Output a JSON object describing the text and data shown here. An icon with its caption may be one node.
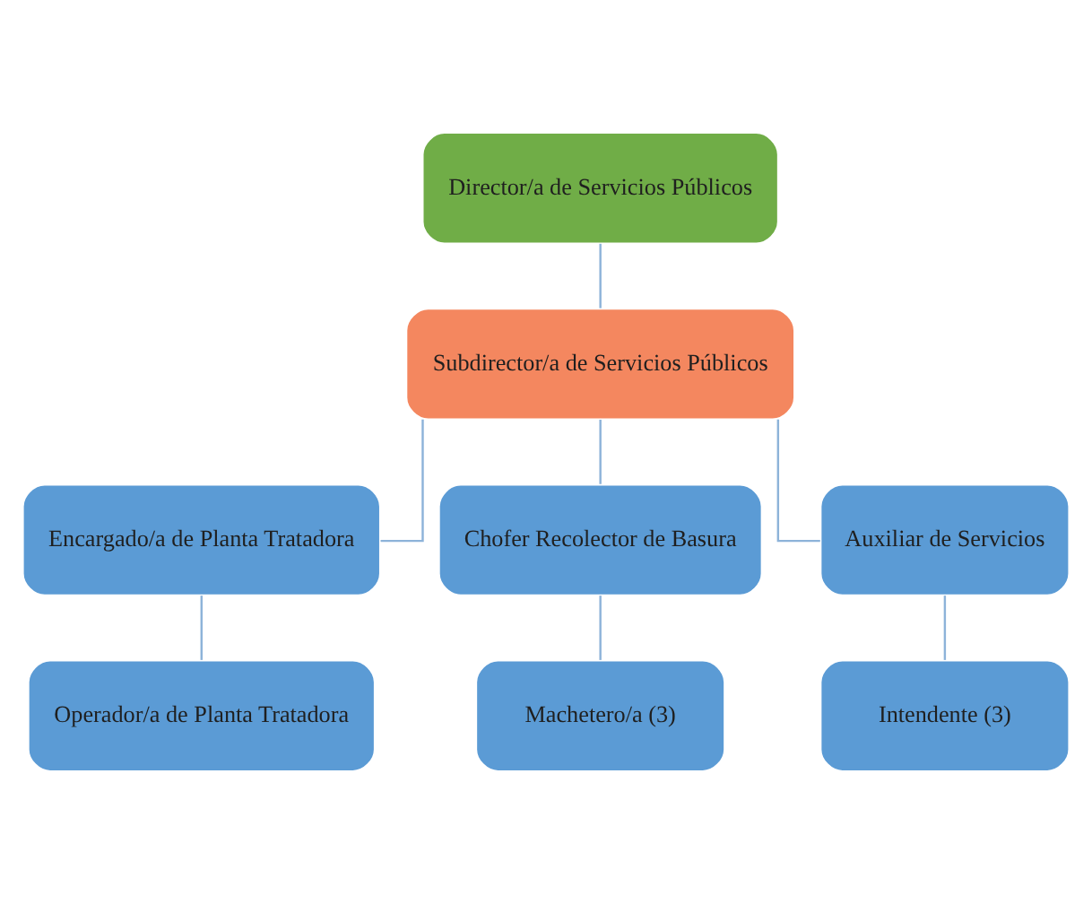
{
  "diagram": {
    "nodes": [
      {
        "text": [
          "Director/a de Servicios Públicos"
        ]
      },
      {
        "text": [
          "Subdirector/a de Servicios Públicos"
        ]
      },
      {
        "text": [
          "Encargado/a de Planta Tratadora"
        ]
      },
      {
        "text": [
          "Chofer Recolector de Basura"
        ]
      },
      {
        "text": [
          "Auxiliar de Servicios"
        ]
      },
      {
        "text": [
          "Operador/a de Planta Tratadora"
        ]
      },
      {
        "text": [
          "Machetero/a (3)"
        ]
      },
      {
        "text": [
          "Intendente (3)"
        ]
      }
    ],
    "edges": [
      {
        "from": 0,
        "to": 1,
        "arrow": "none"
      },
      {
        "from": 1,
        "to": 2,
        "arrow": "none"
      },
      {
        "from": 1,
        "to": 3,
        "arrow": "none"
      },
      {
        "from": 1,
        "to": 4,
        "arrow": "none"
      },
      {
        "from": 2,
        "to": 5,
        "arrow": "none"
      },
      {
        "from": 3,
        "to": 6,
        "arrow": "none"
      },
      {
        "from": 4,
        "to": 7,
        "arrow": "none"
      }
    ]
  }
}
